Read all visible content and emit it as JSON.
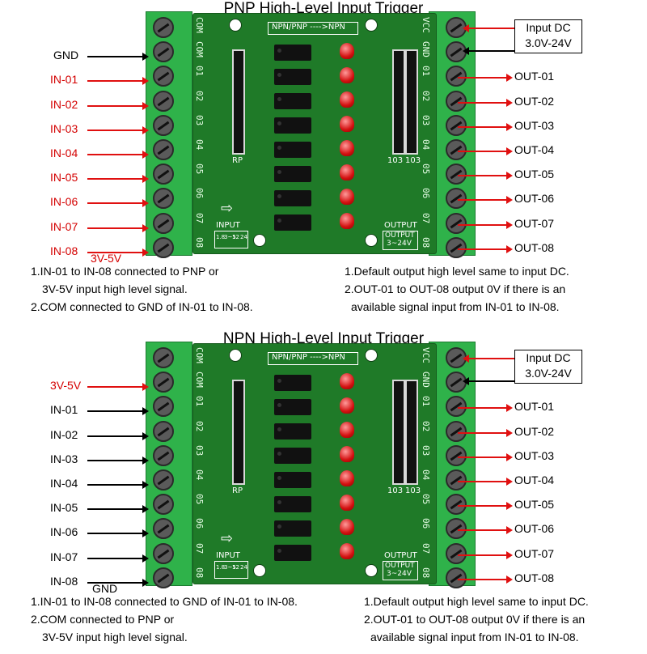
{
  "panels": [
    {
      "title": "PNP High-Level Input Trigger",
      "board_header": "NPN/PNP ---->NPN",
      "left_pins": [
        "COM",
        "COM",
        "01",
        "02",
        "03",
        "04",
        "05",
        "06",
        "07",
        "08"
      ],
      "right_pins": [
        "VCC",
        "GND",
        "01",
        "02",
        "03",
        "04",
        "05",
        "06",
        "07",
        "08"
      ],
      "rp_label": "RP",
      "right_rp_labels": [
        "103",
        "103"
      ],
      "input_silk": "INPUT",
      "input_options": [
        "1.8",
        "3~5",
        "12",
        "24"
      ],
      "output_silk": "OUTPUT",
      "output_box": [
        "OUTPUT",
        "3~24V"
      ],
      "left_labels": [
        "GND",
        "IN-01",
        "IN-02",
        "IN-03",
        "IN-04",
        "IN-05",
        "IN-06",
        "IN-07",
        "IN-08"
      ],
      "extra_label": "3V-5V",
      "right_labels": [
        "OUT-01",
        "OUT-02",
        "OUT-03",
        "OUT-04",
        "OUT-05",
        "OUT-06",
        "OUT-07",
        "OUT-08"
      ],
      "input_dc": [
        "Input DC",
        "3.0V-24V"
      ],
      "notes_left": [
        "1.IN-01 to IN-08 connected to PNP or",
        "3V-5V input high level signal.",
        "2.COM connected to GND of IN-01 to IN-08."
      ],
      "notes_right": [
        "1.Default output high level same to input DC.",
        "2.OUT-01 to OUT-08 output 0V if there is an",
        "available signal input from IN-01 to IN-08."
      ]
    },
    {
      "title": "NPN High-Level Input Trigger",
      "board_header": "NPN/PNP ---->NPN",
      "left_pins": [
        "COM",
        "COM",
        "01",
        "02",
        "03",
        "04",
        "05",
        "06",
        "07",
        "08"
      ],
      "right_pins": [
        "VCC",
        "GND",
        "01",
        "02",
        "03",
        "04",
        "05",
        "06",
        "07",
        "08"
      ],
      "rp_label": "RP",
      "right_rp_labels": [
        "103",
        "103"
      ],
      "input_silk": "INPUT",
      "input_options": [
        "1.8",
        "3~5",
        "12",
        "24"
      ],
      "output_silk": "OUTPUT",
      "output_box": [
        "OUTPUT",
        "3~24V"
      ],
      "left_labels": [
        "3V-5V",
        "IN-01",
        "IN-02",
        "IN-03",
        "IN-04",
        "IN-05",
        "IN-06",
        "IN-07",
        "IN-08"
      ],
      "extra_label": "GND",
      "right_labels": [
        "OUT-01",
        "OUT-02",
        "OUT-03",
        "OUT-04",
        "OUT-05",
        "OUT-06",
        "OUT-07",
        "OUT-08"
      ],
      "input_dc": [
        "Input DC",
        "3.0V-24V"
      ],
      "notes_left": [
        "1.IN-01 to IN-08 connected to GND of IN-01 to IN-08.",
        "2.COM connected to PNP or",
        "3V-5V input high level signal."
      ],
      "notes_right": [
        "1.Default output high level same to input DC.",
        "2.OUT-01 to OUT-08 output 0V if there is an",
        "available signal input from IN-01 to IN-08."
      ]
    }
  ],
  "colors": {
    "board": "#1f7a28",
    "terminal": "#2fb24a",
    "signal_red": "#e01010"
  }
}
